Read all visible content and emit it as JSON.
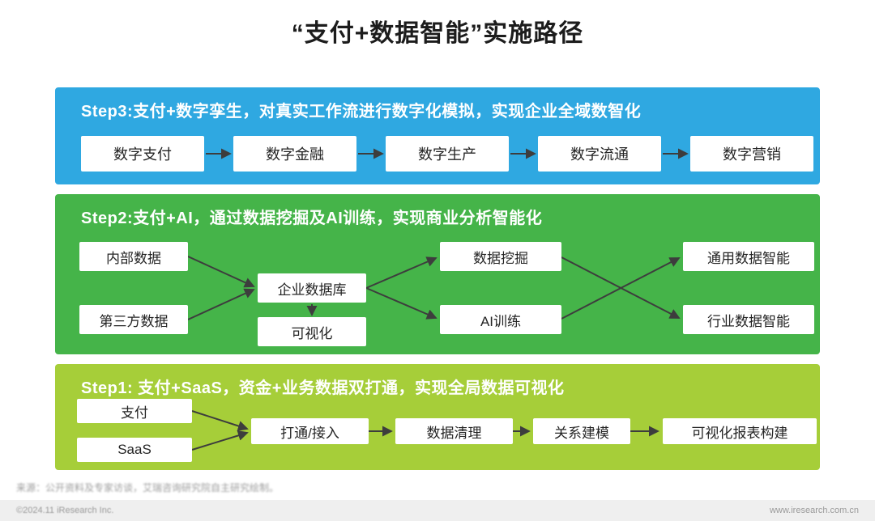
{
  "page": {
    "title": "“支付+数据智能”实施路径"
  },
  "steps": {
    "step3": {
      "header": "Step3:支付+数字孪生，对真实工作流进行数字化模拟，实现企业全域数智化",
      "nodes": [
        "数字支付",
        "数字金融",
        "数字生产",
        "数字流通",
        "数字营销"
      ]
    },
    "step2": {
      "header": "Step2:支付+AI，通过数据挖掘及AI训练，实现商业分析智能化",
      "nodes": {
        "internal": "内部数据",
        "third_party": "第三方数据",
        "database": "企业数据库",
        "visualization": "可视化",
        "mining": "数据挖掘",
        "training": "AI训练",
        "general": "通用数据智能",
        "industry": "行业数据智能"
      }
    },
    "step1": {
      "header": "Step1: 支付+SaaS，资金+业务数据双打通，实现全局数据可视化",
      "nodes": {
        "payment": "支付",
        "saas": "SaaS",
        "connect": "打通/接入",
        "cleaning": "数据清理",
        "modeling": "关系建模",
        "report": "可视化报表构建"
      }
    }
  },
  "colors": {
    "step3_blue": "#2FA8E1",
    "step2_green": "#45B449",
    "step1_green": "#A6CE39",
    "arrow": "#3d3d3d"
  },
  "footer": {
    "source": "来源：公开资料及专家访谈，艾瑞咨询研究院自主研究绘制。",
    "copyright": "©2024.11 iResearch Inc.",
    "website": "www.iresearch.com.cn"
  }
}
